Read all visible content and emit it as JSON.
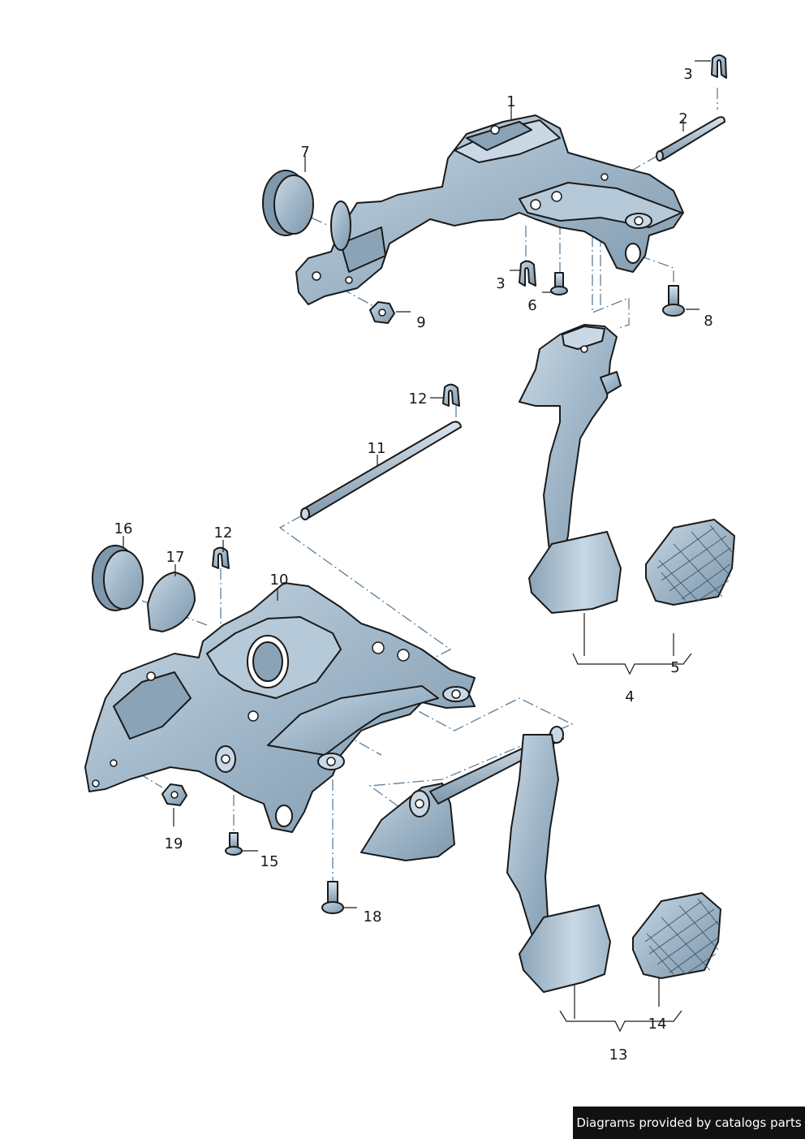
{
  "callouts": {
    "c1": "1",
    "c2": "2",
    "c3a": "3",
    "c3b": "3",
    "c4": "4",
    "c5": "5",
    "c6": "6",
    "c7": "7",
    "c8": "8",
    "c9": "9",
    "c10": "10",
    "c11": "11",
    "c12a": "12",
    "c12b": "12",
    "c13": "13",
    "c14": "14",
    "c15": "15",
    "c16": "16",
    "c17": "17",
    "c18": "18",
    "c19": "19"
  },
  "colors": {
    "metal": "#9fb6c8",
    "metal_dark": "#7e97ab",
    "metal_light": "#c9d8e4",
    "line": "#1a1a1a",
    "dash": "#5d7f9a"
  },
  "footer": {
    "text": "Diagrams provided by catalogs parts"
  }
}
